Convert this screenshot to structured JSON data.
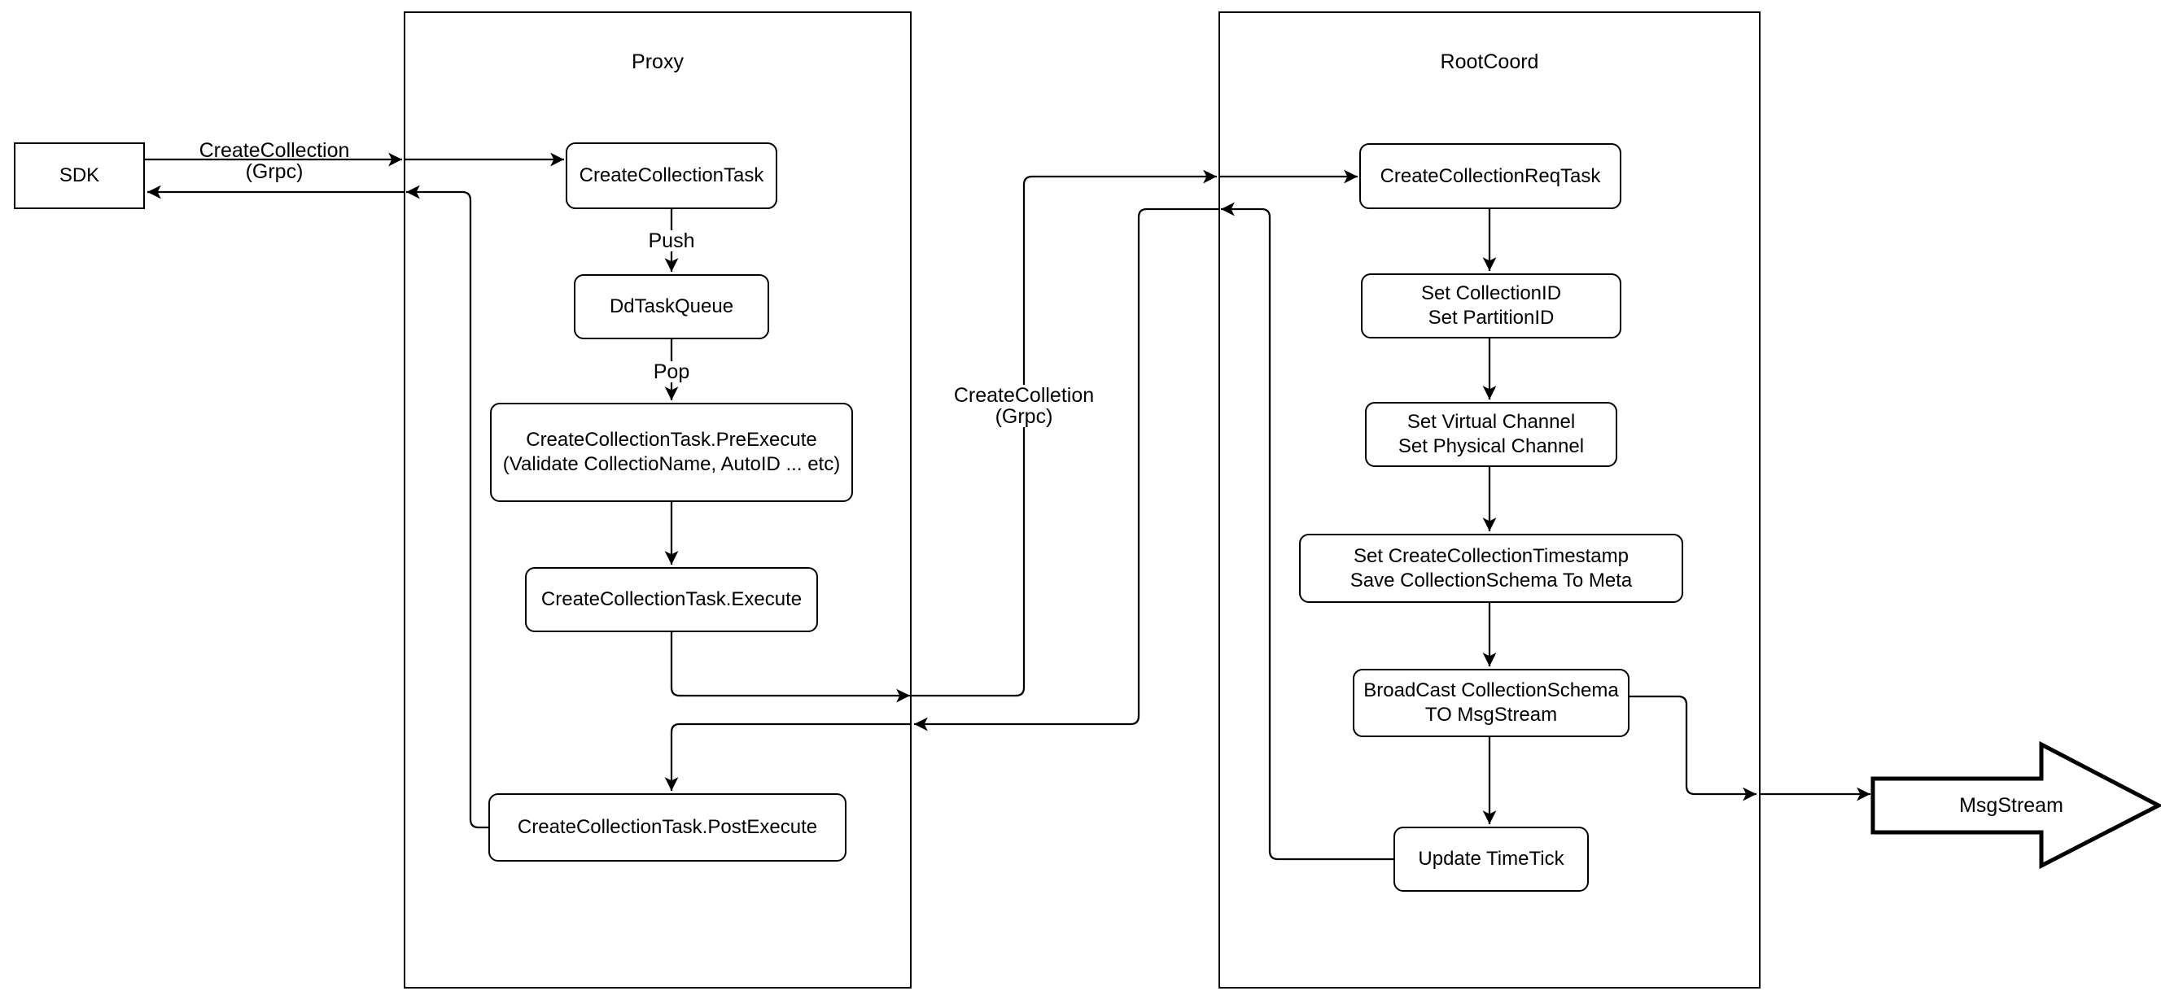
{
  "containers": {
    "proxy_title": "Proxy",
    "rootcoord_title": "RootCoord"
  },
  "nodes": {
    "sdk": "SDK",
    "create_collection_task": "CreateCollectionTask",
    "dd_task_queue": "DdTaskQueue",
    "pre_execute": {
      "line1": "CreateCollectionTask.PreExecute",
      "line2": "(Validate CollectioName, AutoID ... etc)"
    },
    "execute": "CreateCollectionTask.Execute",
    "post_execute": "CreateCollectionTask.PostExecute",
    "create_collection_req_task": "CreateCollectionReqTask",
    "set_ids": {
      "line1": "Set CollectionID",
      "line2": "Set PartitionID"
    },
    "set_channels": {
      "line1": "Set Virtual Channel",
      "line2": "Set Physical Channel"
    },
    "set_timestamp": {
      "line1": "Set CreateCollectionTimestamp",
      "line2": "Save CollectionSchema To Meta"
    },
    "broadcast": {
      "line1": "BroadCast CollectionSchema",
      "line2": "TO MsgStream"
    },
    "update_timetick": "Update TimeTick",
    "msgstream": "MsgStream"
  },
  "edge_labels": {
    "sdk_call": {
      "line1": "CreateCollection",
      "line2": "(Grpc)"
    },
    "push": "Push",
    "pop": "Pop",
    "proxy_to_rootcoord": {
      "line1": "CreateColletion",
      "line2": "(Grpc)"
    }
  },
  "colors": {
    "background": "#ffffff",
    "stroke": "#000000",
    "node_fill": "#ffffff",
    "text": "#000000"
  }
}
